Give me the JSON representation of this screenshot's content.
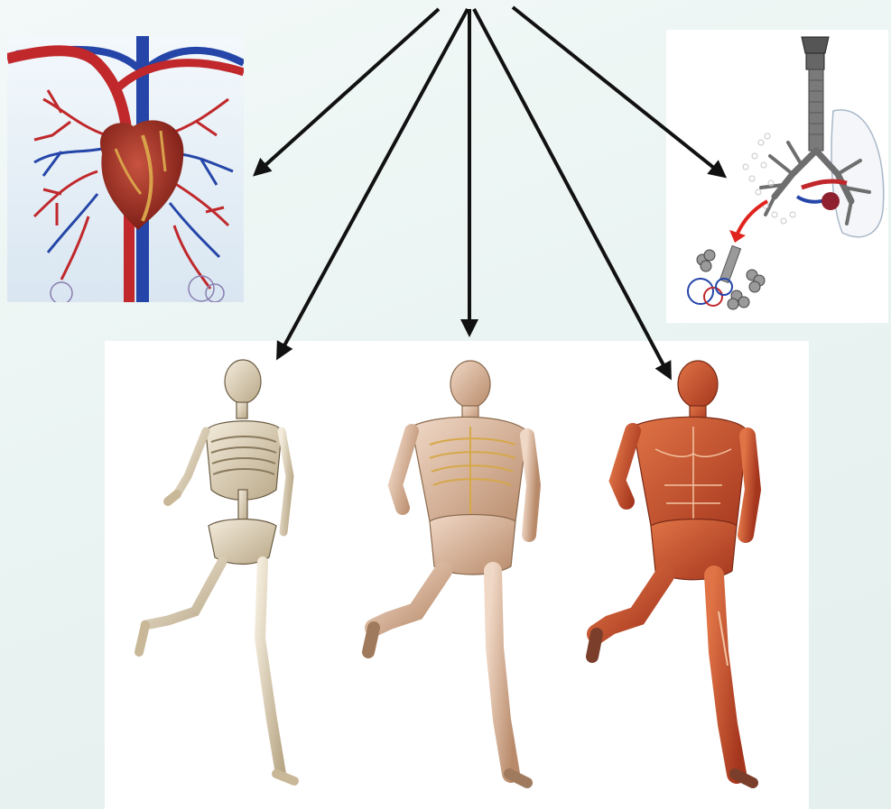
{
  "diagram": {
    "arrow_color": "#111111",
    "arrow_count": 5,
    "nodes": [
      {
        "id": "circulatory",
        "icon": "heart-vessels-icon"
      },
      {
        "id": "respiratory",
        "icon": "lungs-alveoli-icon"
      },
      {
        "id": "skeletal",
        "icon": "running-skeleton-icon"
      },
      {
        "id": "skeleton-with-muscle-overlay",
        "icon": "running-translucent-body-icon"
      },
      {
        "id": "muscular",
        "icon": "running-muscle-body-icon"
      }
    ],
    "colors": {
      "artery": "#c0282b",
      "vein": "#2546a8",
      "heart": "#9c2a22",
      "bone": "#e8dcc4",
      "muscle": "#c5512e",
      "lung_gray": "#6e6e6e"
    }
  }
}
